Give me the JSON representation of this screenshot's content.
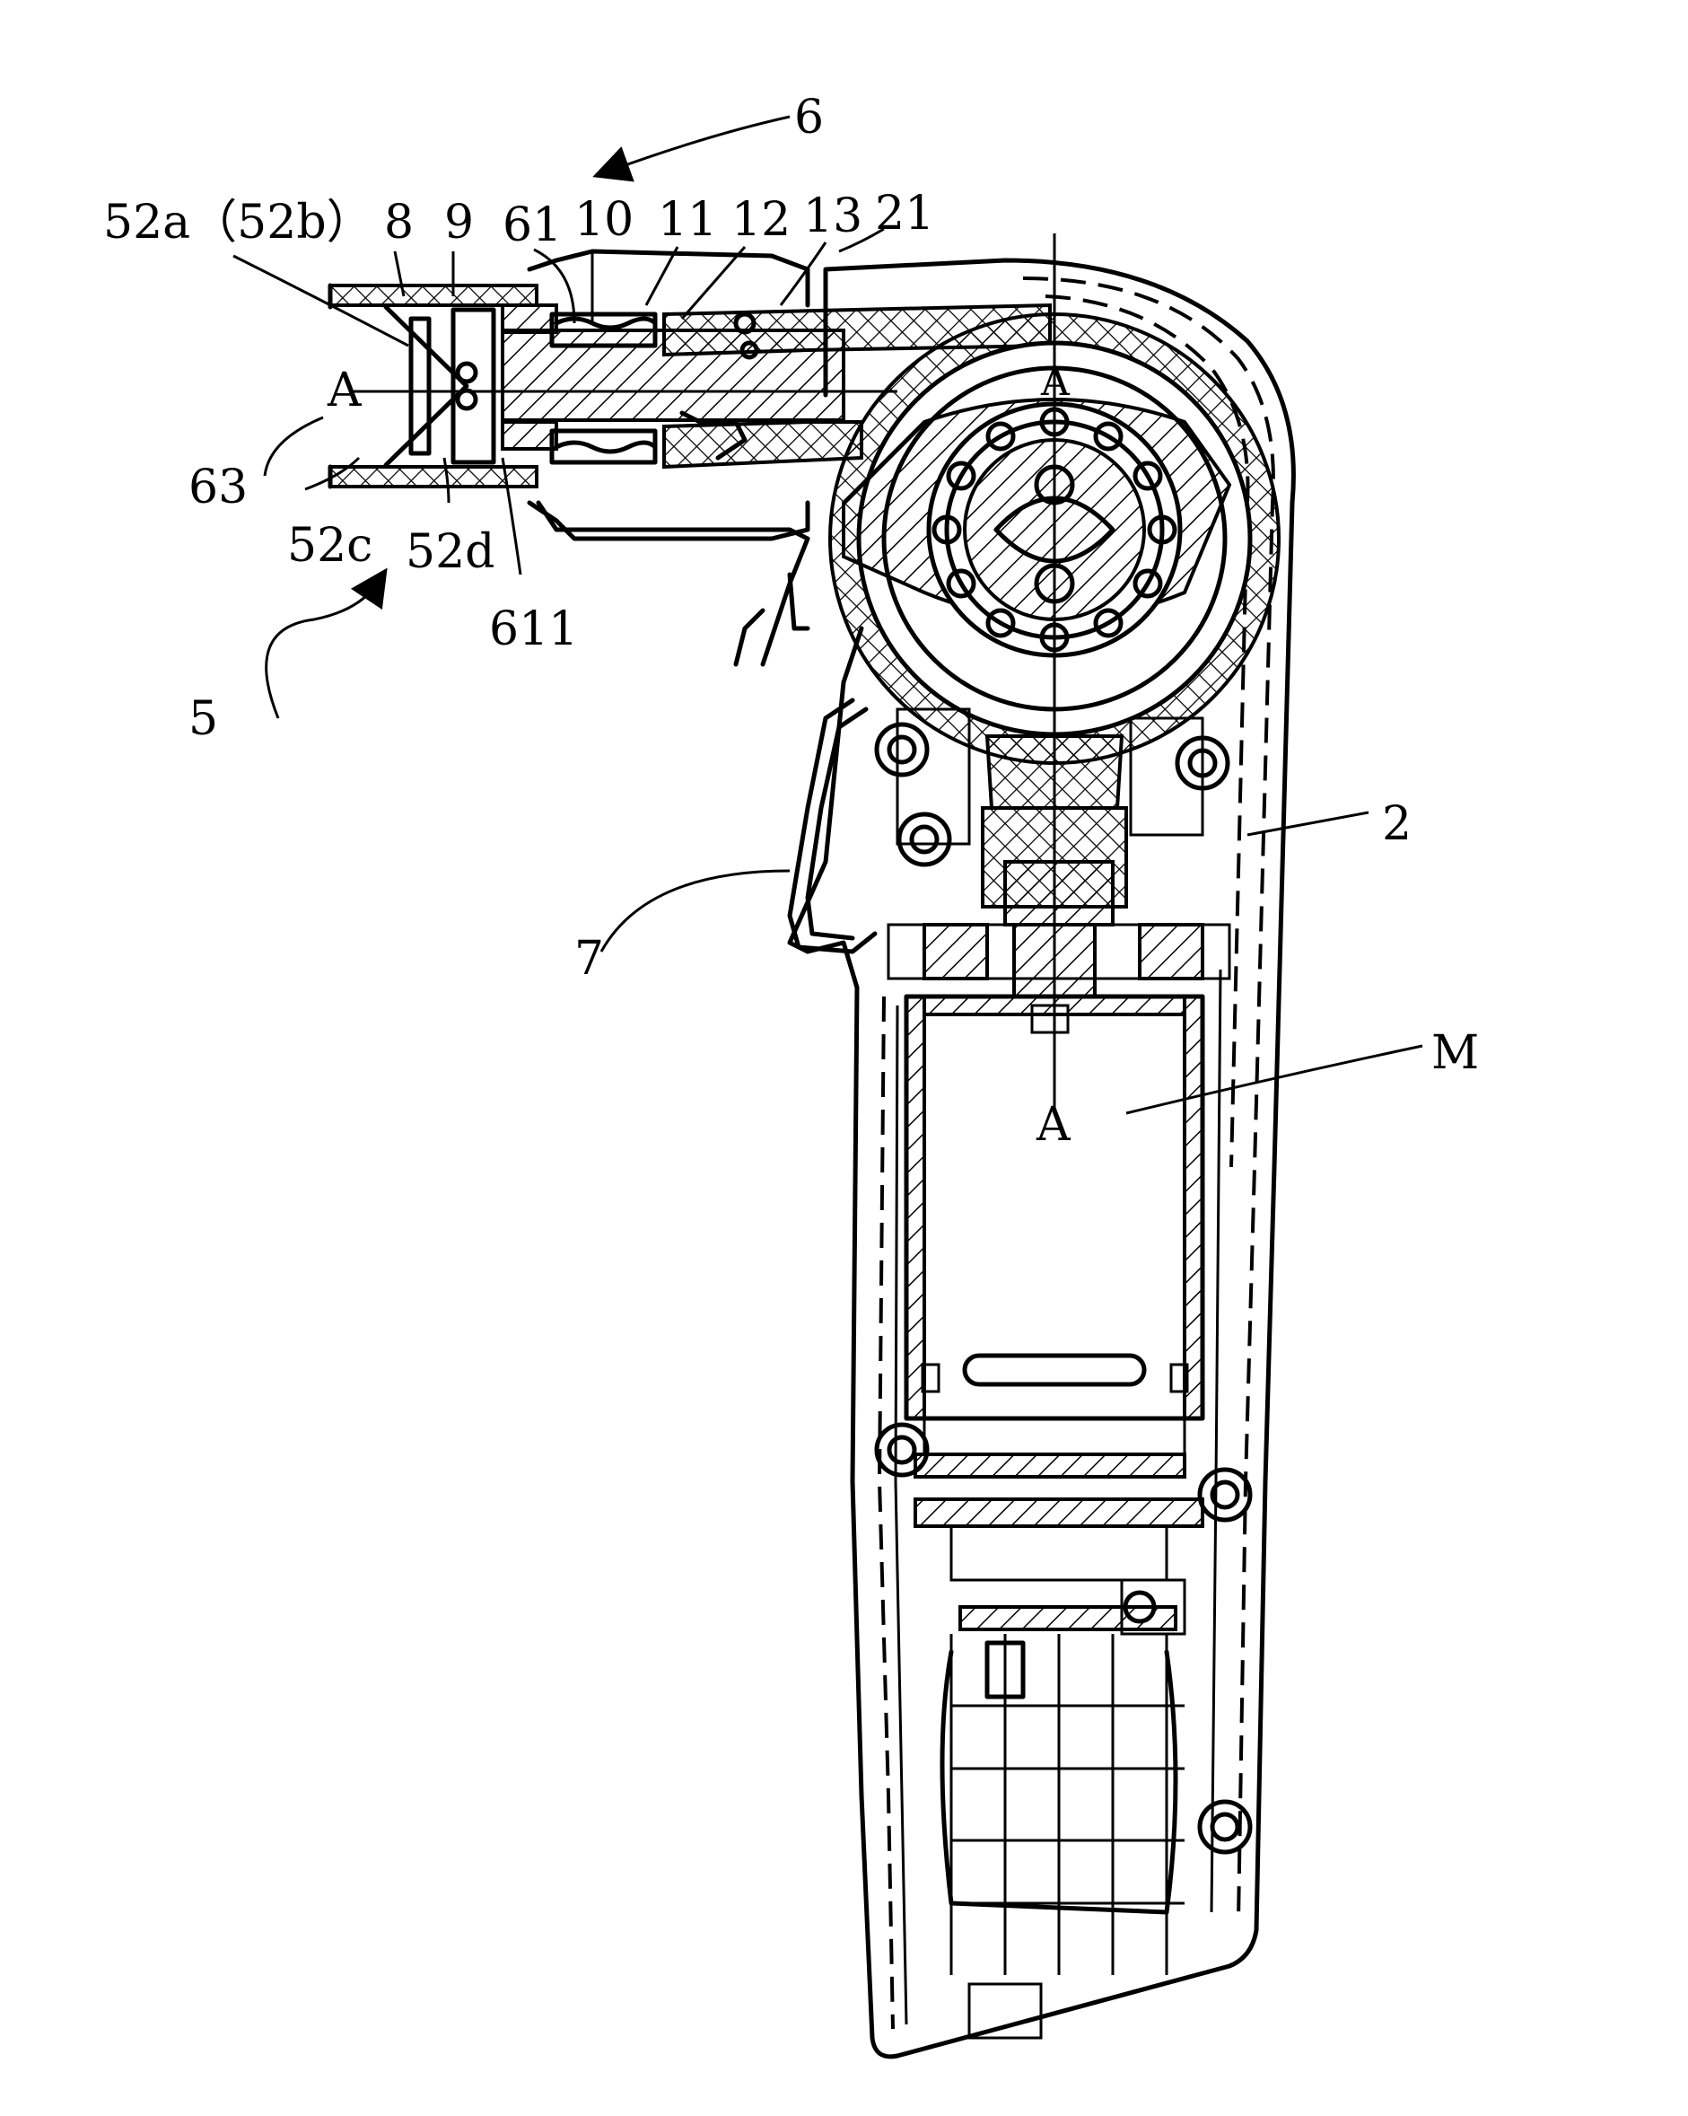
{
  "labels": {
    "l6": "6",
    "l52a": "52a（52b）",
    "l8": "8",
    "l9": "9",
    "l61": "61",
    "l10": "10",
    "l11": "11",
    "l12": "12",
    "l13": "13",
    "l21": "21",
    "lA1": "A",
    "lA2": "A",
    "lA3": "A",
    "l63": "63",
    "l52c": "52c",
    "l52d": "52d",
    "l611": "611",
    "l5": "5",
    "l2": "2",
    "l7": "7",
    "lM": "M"
  }
}
